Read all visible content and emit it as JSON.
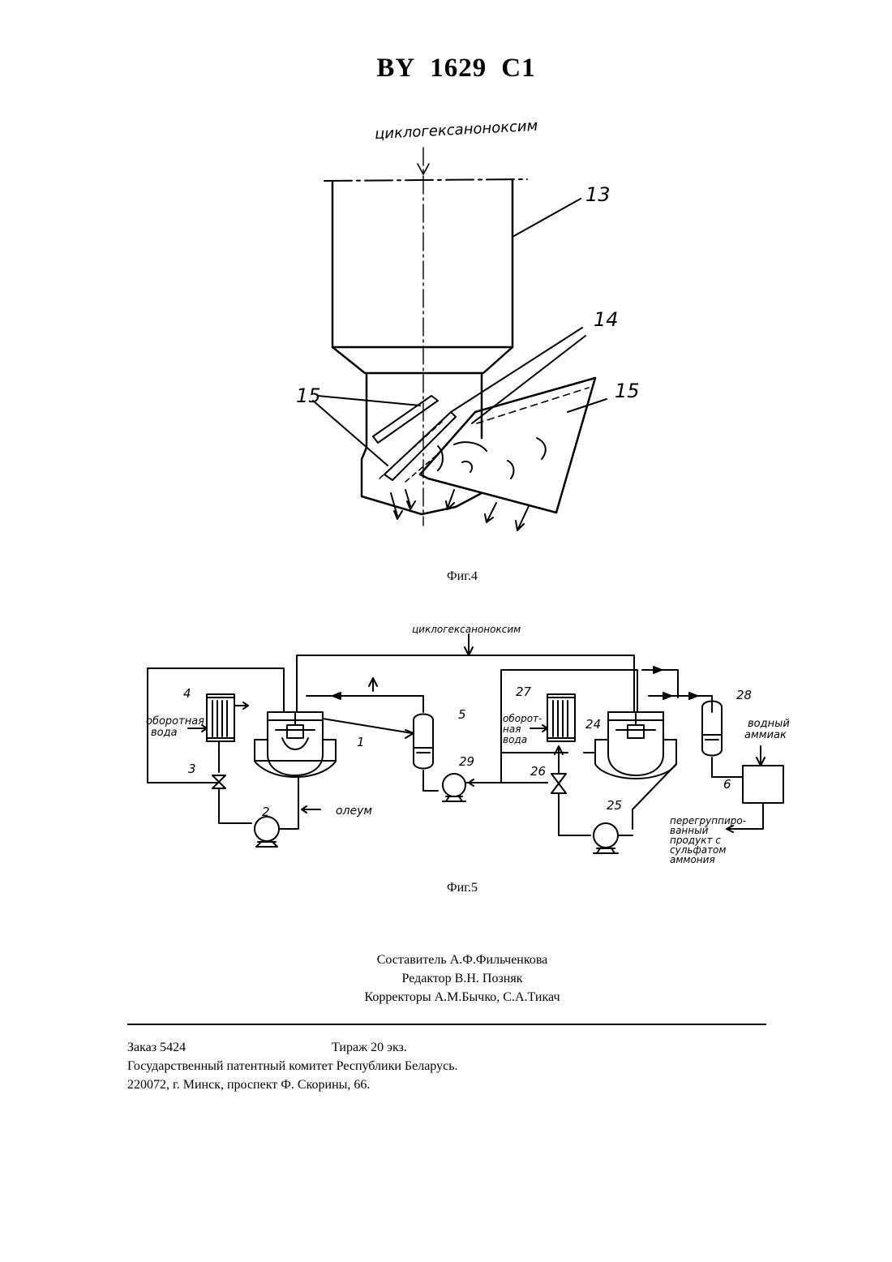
{
  "header": {
    "country": "BY",
    "number": "1629",
    "kind": "C1"
  },
  "figure4": {
    "caption": "Фиг.4",
    "input_label": "циклогексаноноксим",
    "labels": {
      "bin": "13",
      "chute": "14",
      "plate_left": "15",
      "plate_right": "15"
    }
  },
  "figure5": {
    "caption": "Фиг.5",
    "input_label": "циклогексаноноксим",
    "cooling_water_left": [
      "оборотная",
      "вода"
    ],
    "cooling_water_right": [
      "оборот-",
      "ная",
      "вода"
    ],
    "oleum_label": "олеум",
    "ammonia_label": [
      "водный",
      "аммиак"
    ],
    "product_label": [
      "перегруппиро-",
      "ванный",
      "продукт с",
      "сульфатом",
      "аммония"
    ],
    "numbers": [
      "4",
      "3",
      "2",
      "1",
      "5",
      "29",
      "27",
      "26",
      "24",
      "25",
      "28",
      "6"
    ]
  },
  "credits": {
    "compiler": "Составитель А.Ф.Фильченкова",
    "editor": "Редактор В.Н. Позняк",
    "proofreaders": "Корректоры А.М.Бычко, С.А.Тикач"
  },
  "footer": {
    "order": "Заказ 5424",
    "circulation": "Тираж  20 экз.",
    "publisher": "Государственный патентный комитет Республики Беларусь.",
    "address": "220072, г. Минск, проспект Ф. Скорины, 66."
  }
}
